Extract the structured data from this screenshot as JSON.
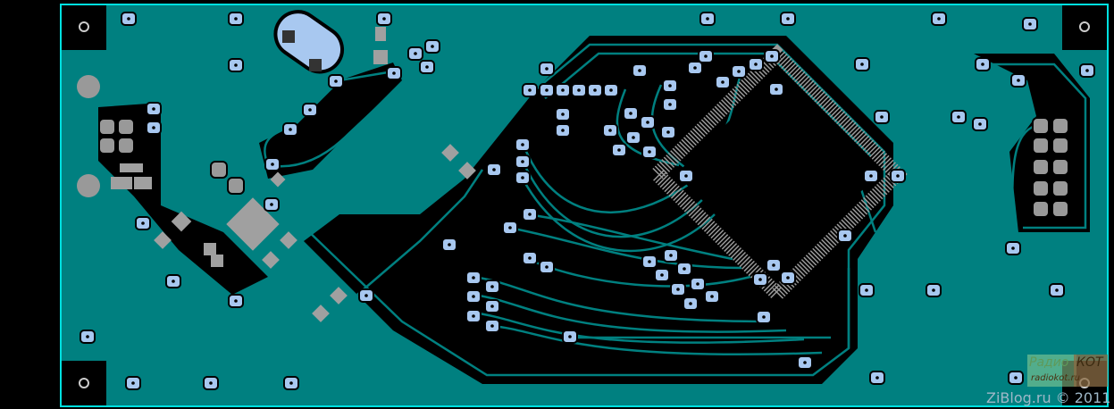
{
  "title": "PCB layout, bottom layer",
  "watermark": "ZiBlog.ru © 2011",
  "logo": {
    "name": "Радио КОТ",
    "part1": "Радио",
    "part2": "КОТ",
    "url": "radiokot.ru"
  },
  "colors": {
    "board": "#008080",
    "outline": "#00e0e0",
    "copper_free": "#000000",
    "pad": "#a8c8f0",
    "smd_pad": "#a0a0a0"
  }
}
